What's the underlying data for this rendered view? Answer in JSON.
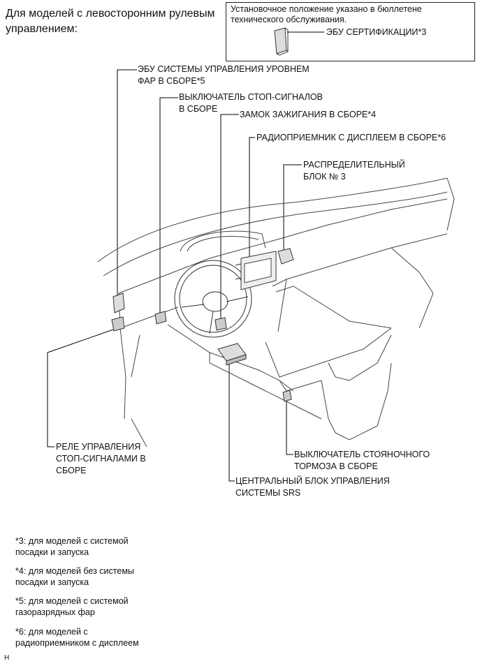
{
  "title": "Для моделей с левосторонним рулевым управлением:",
  "box_note": "Установочное положение указано в бюллетене технического обслуживания.",
  "labels": {
    "cert_ecu": "ЭБУ СЕРТИФИКАЦИИ*3",
    "headlight_ecu": "ЭБУ СИСТЕМЫ УПРАВЛЕНИЯ УРОВНЕМ\nФАР В СБОРЕ*5",
    "stop_switch": "ВЫКЛЮЧАТЕЛЬ СТОП-СИГНАЛОВ\nВ СБОРЕ",
    "ignition_lock": "ЗАМОК ЗАЖИГАНИЯ В СБОРЕ*4",
    "radio": "РАДИОПРИЕМНИК С ДИСПЛЕЕМ В СБОРЕ*6",
    "junction_block": "РАСПРЕДЕЛИТЕЛЬНЫЙ\nБЛОК № 3",
    "stop_relay": "РЕЛЕ УПРАВЛЕНИЯ\nСТОП-СИГНАЛАМИ В\nСБОРЕ",
    "parking_brake": "ВЫКЛЮЧАТЕЛЬ СТОЯНОЧНОГО\nТОРМОЗА В СБОРЕ",
    "srs_ecu": "ЦЕНТРАЛЬНЫЙ БЛОК УПРАВЛЕНИЯ\nСИСТЕМЫ SRS"
  },
  "footnotes": [
    "*3: для моделей с системой\nпосадки и запуска",
    "*4: для моделей без системы\nпосадки и запуска",
    "*5: для моделей с системой\nгазоразрядных фар",
    "*6: для моделей с\nрадиоприемником с дисплеем"
  ],
  "corner_mark": "H"
}
